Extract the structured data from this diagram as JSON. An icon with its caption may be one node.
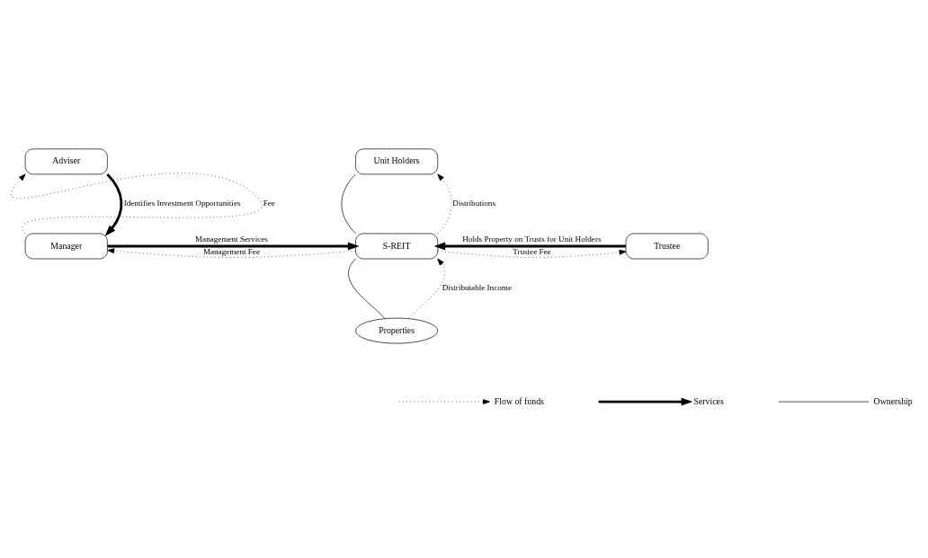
{
  "diagram": {
    "nodes": [
      {
        "text": [
          "Adviser"
        ]
      },
      {
        "text": [
          "Unit Holders"
        ]
      },
      {
        "text": [
          "Manager"
        ]
      },
      {
        "text": [
          "S-REIT"
        ]
      },
      {
        "text": [
          "Trustee"
        ]
      },
      {
        "text": [
          "Properties"
        ]
      }
    ],
    "edges": [
      {
        "from": 2,
        "to": 0,
        "arrow": "to",
        "label": "Fee",
        "style": "dashed"
      },
      {
        "from": 0,
        "to": 2,
        "arrow": "to",
        "label": "Identifies Investment Opportunities",
        "style": "thick"
      },
      {
        "from": 1,
        "to": 3,
        "arrow": "none"
      },
      {
        "from": 3,
        "to": 1,
        "arrow": "to",
        "label": "Distributions",
        "style": "dashed"
      },
      {
        "from": 2,
        "to": 3,
        "arrow": "to",
        "label": "Management Services",
        "style": "thick"
      },
      {
        "from": 3,
        "to": 2,
        "arrow": "to",
        "label": "Management Fee",
        "style": "dashed"
      },
      {
        "from": 4,
        "to": 3,
        "arrow": "to",
        "label": "Holds Property on Trusts for Unit Holders",
        "style": "thick"
      },
      {
        "from": 3,
        "to": 4,
        "arrow": "to",
        "label": "Trustee Fee",
        "style": "dashed"
      },
      {
        "from": 3,
        "to": 5,
        "arrow": "none"
      },
      {
        "from": 5,
        "to": 3,
        "arrow": "to",
        "label": "Distributable Income",
        "style": "dashed"
      }
    ],
    "legend": [
      {
        "text": "Flow of funds"
      },
      {
        "text": "Services"
      },
      {
        "text": "Ownership"
      }
    ]
  }
}
